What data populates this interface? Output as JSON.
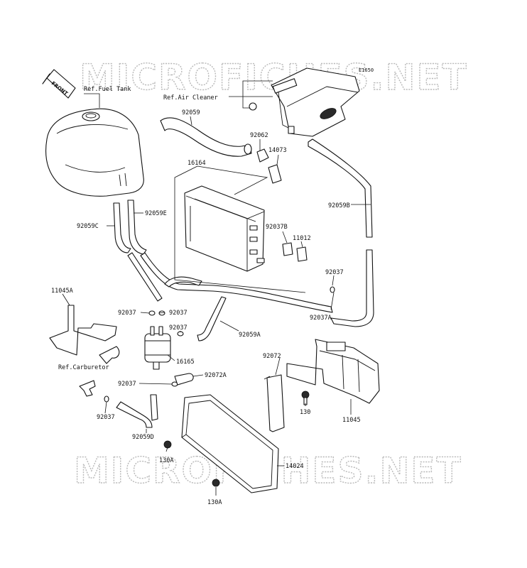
{
  "watermark": "MICROFICHES.NET",
  "diagram_code": "E1650",
  "front_sign": "FRONT",
  "labels": {
    "ref_fuel_tank": "Ref.Fuel Tank",
    "ref_air_cleaner": "Ref.Air Cleaner",
    "ref_carburetor": "Ref.Carburetor",
    "p_92059": "92059",
    "p_92062": "92062",
    "p_14073": "14073",
    "p_16164": "16164",
    "p_92059B": "92059B",
    "p_92037B": "92037B",
    "p_11012": "11012",
    "p_92037_r": "92037",
    "p_92037A": "92037A",
    "p_92059C": "92059C",
    "p_92059E": "92059E",
    "p_11045A": "11045A",
    "p_92037_a": "92037",
    "p_92037_b": "92037",
    "p_92037_c": "92037",
    "p_92059A": "92059A",
    "p_16165": "16165",
    "p_92072": "92072",
    "p_92072A": "92072A",
    "p_92037_d": "92037",
    "p_92037_e": "92037",
    "p_130": "130",
    "p_11045": "11045",
    "p_92059D": "92059D",
    "p_130A_a": "130A",
    "p_14024": "14024",
    "p_130A_b": "130A"
  }
}
